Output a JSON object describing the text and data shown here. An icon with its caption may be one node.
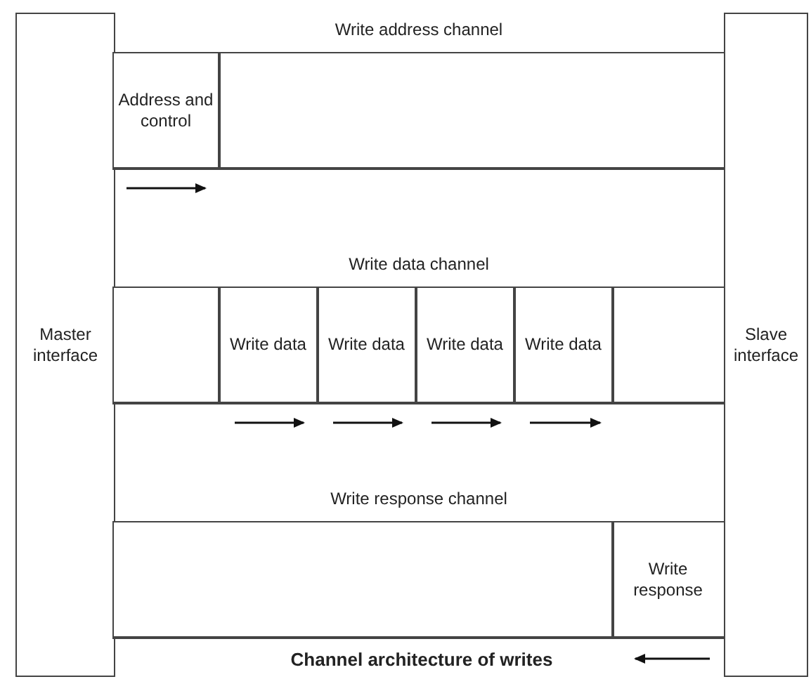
{
  "diagram": {
    "caption": "Channel architecture of writes",
    "nodes": [
      {
        "text": [
          "Master interface"
        ]
      },
      {
        "text": [
          "Slave interface"
        ]
      },
      {
        "text": [
          "Write address channel"
        ]
      },
      {
        "text": [
          "Address and control"
        ],
        "in": 2
      },
      {
        "text": [],
        "shape": "box",
        "in": 2
      },
      {
        "text": [
          "Write data channel"
        ]
      },
      {
        "text": [],
        "shape": "box",
        "in": 5
      },
      {
        "text": [
          "Write data"
        ],
        "in": 5
      },
      {
        "text": [
          "Write data"
        ],
        "in": 5
      },
      {
        "text": [
          "Write data"
        ],
        "in": 5
      },
      {
        "text": [
          "Write data"
        ],
        "in": 5
      },
      {
        "text": [],
        "shape": "box",
        "in": 5
      },
      {
        "text": [
          "Write response channel"
        ]
      },
      {
        "text": [],
        "shape": "box",
        "in": 12
      },
      {
        "text": [
          "Write response"
        ],
        "in": 12
      }
    ]
  }
}
